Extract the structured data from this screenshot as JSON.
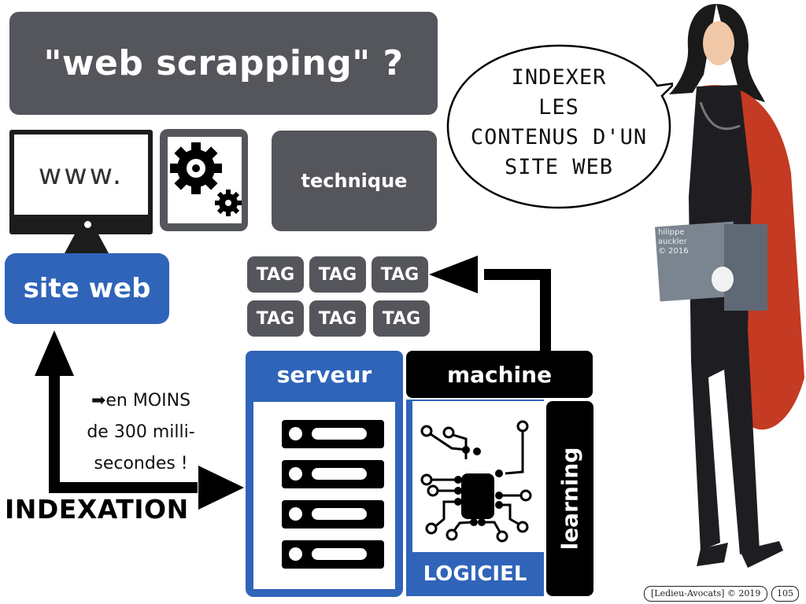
{
  "title": "\"web scrapping\" ?",
  "monitor": {
    "screen_text": "www.",
    "icon": "computer-monitor-icon"
  },
  "gears": {
    "icon": "gears-icon"
  },
  "technique_label": "technique",
  "speech_bubble": {
    "lines": [
      "INDEXER",
      "LES",
      "CONTENUS D'UN",
      "SITE WEB"
    ]
  },
  "site_web_label": "site web",
  "tags": [
    "TAG",
    "TAG",
    "TAG",
    "TAG",
    "TAG",
    "TAG"
  ],
  "serveur_label": "serveur",
  "machine_label": "machine",
  "learning_label": "learning",
  "logiciel_label": "LOGICIEL",
  "note": {
    "line1": "en MOINS",
    "line2": "de 300 milli-",
    "line3": "secondes !"
  },
  "indexation_label": "INDEXATION",
  "illustration": {
    "watermark": [
      "hilippe",
      "auckler",
      "© 2016"
    ]
  },
  "footer": {
    "credit": "[Ledieu-Avocats] © 2019",
    "page_number": "105"
  },
  "colors": {
    "grey": "#55565b",
    "blue": "#2f64b9",
    "black": "#000000"
  }
}
